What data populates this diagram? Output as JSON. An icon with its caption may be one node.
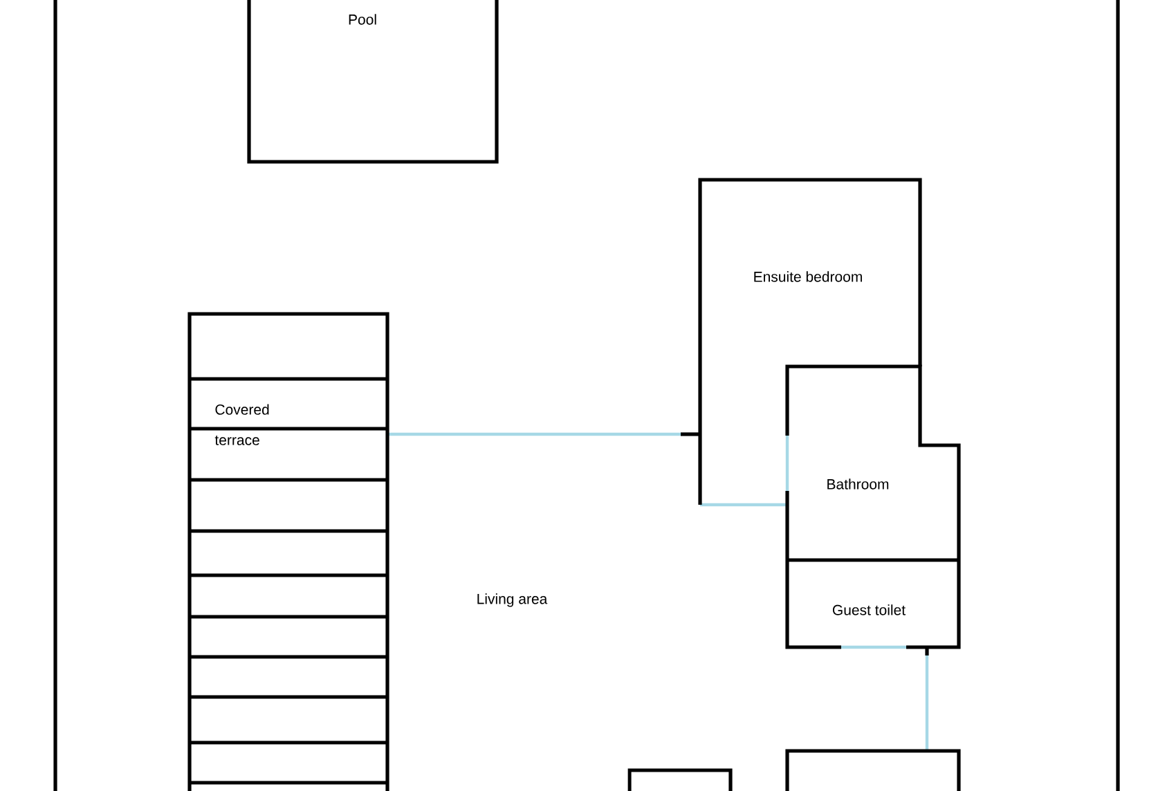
{
  "diagram": {
    "nodes": [
      {
        "text": [
          "Pool"
        ]
      },
      {
        "text": [
          "Ensuite bedroom"
        ]
      },
      {
        "text": [
          "Covered terrace"
        ]
      },
      {
        "text": [
          "Bathroom"
        ]
      },
      {
        "text": [
          "Living area"
        ]
      },
      {
        "text": [
          "Guest toilet"
        ]
      },
      {
        "text": [],
        "shape": "box"
      },
      {
        "text": [],
        "shape": "box"
      }
    ]
  }
}
